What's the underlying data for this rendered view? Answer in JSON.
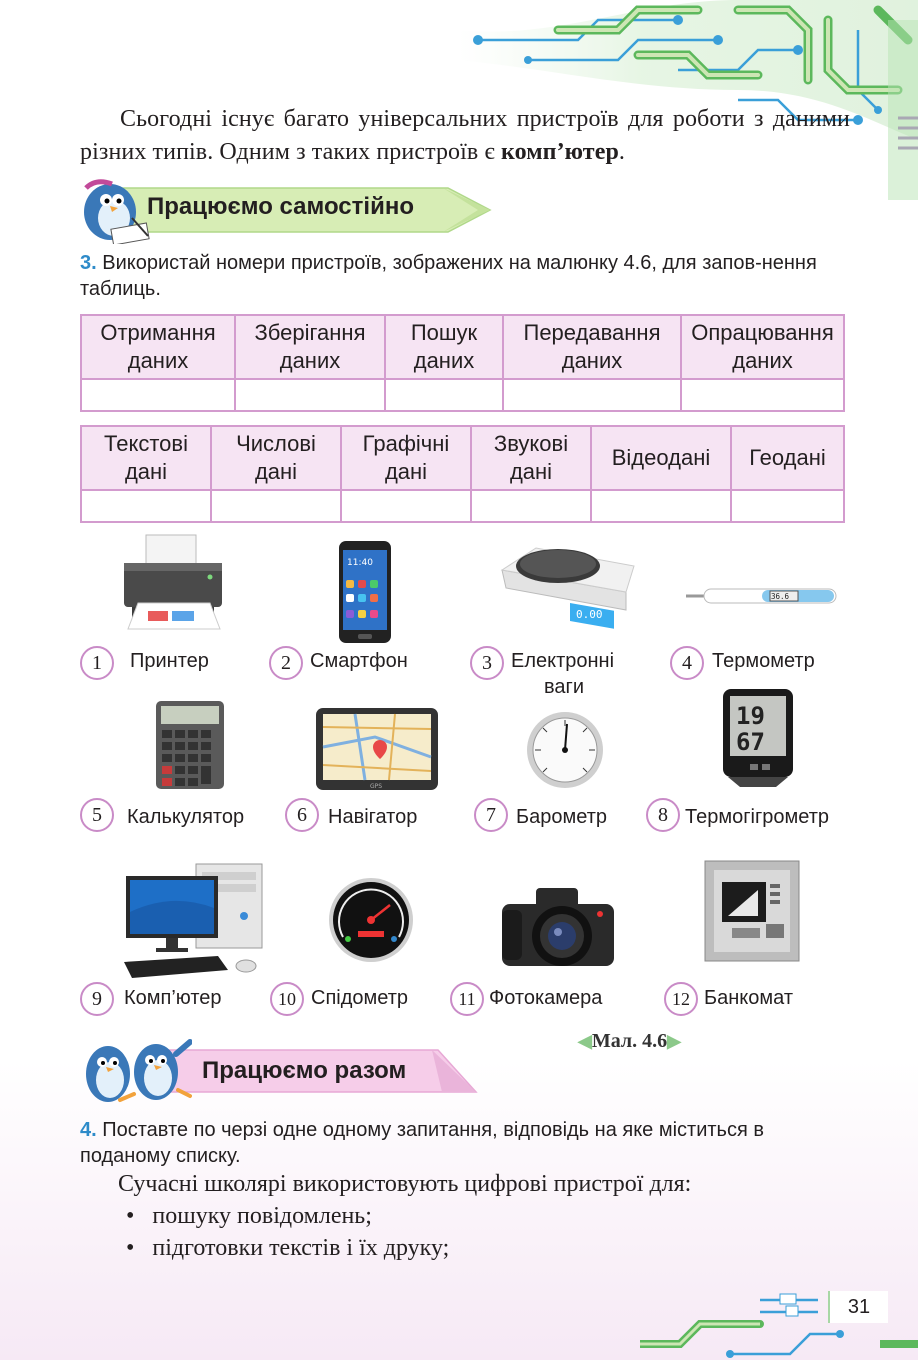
{
  "intro": {
    "text_before": "Сьогодні існує багато універсальних пристроїв для роботи з даними різних типів. Одним з таких пристроїв є ",
    "bold": "комп’ютер",
    "text_after": "."
  },
  "section1": {
    "title": "Працюємо самостійно"
  },
  "task3": {
    "number": "3.",
    "text": "Використай номери пристроїв, зображених на малюнку 4.6, для запов-нення таблиць."
  },
  "table1": {
    "headers": [
      [
        "Отримання",
        "даних"
      ],
      [
        "Зберігання",
        "даних"
      ],
      [
        "Пошук",
        "даних"
      ],
      [
        "Передавання",
        "даних"
      ],
      [
        "Опрацювання",
        "даних"
      ]
    ]
  },
  "table2": {
    "headers": [
      [
        "Текстові",
        "дані"
      ],
      [
        "Числові",
        "дані"
      ],
      [
        "Графічні",
        "дані"
      ],
      [
        "Звукові",
        "дані"
      ],
      [
        "Відеодані",
        ""
      ],
      [
        "Геодані",
        ""
      ]
    ]
  },
  "devices": [
    {
      "num": "1",
      "label": "Принтер",
      "label2": ""
    },
    {
      "num": "2",
      "label": "Смартфон",
      "label2": ""
    },
    {
      "num": "3",
      "label": "Електронні",
      "label2": "ваги"
    },
    {
      "num": "4",
      "label": "Термометр",
      "label2": ""
    },
    {
      "num": "5",
      "label": "Калькулятор",
      "label2": ""
    },
    {
      "num": "6",
      "label": "Навігатор",
      "label2": ""
    },
    {
      "num": "7",
      "label": "Барометр",
      "label2": ""
    },
    {
      "num": "8",
      "label": "Термогігрометр",
      "label2": ""
    },
    {
      "num": "9",
      "label": "Комп’ютер",
      "label2": ""
    },
    {
      "num": "10",
      "label": "Спідометр",
      "label2": ""
    },
    {
      "num": "11",
      "label": "Фотокамера",
      "label2": ""
    },
    {
      "num": "12",
      "label": "Банкомат",
      "label2": ""
    }
  ],
  "figure_caption": "Мал. 4.6",
  "section2": {
    "title": "Працюємо разом"
  },
  "task4": {
    "number": "4.",
    "text": "Поставте по черзі одне одному запитання, відповідь на яке міститься в поданому списку."
  },
  "list": {
    "intro": "Сучасні школярі використовують цифрові пристрої для:",
    "items": [
      "пошуку повідомлень;",
      "підготовки текстів і їх друку;"
    ]
  },
  "display_texts": {
    "phone_time": "11:40",
    "thermometer_value": "36.6",
    "scale_value": "0.00",
    "thermohygro_top": "19",
    "thermohygro_bottom": "67",
    "navigator_brand": "GPS"
  },
  "page_number": "31",
  "colors": {
    "accent_blue": "#2e8bc9",
    "table_border": "#d39bce",
    "table_head_bg": "#f6e4f3",
    "banner_green": "#d7edb5",
    "banner_pink": "#f6cde9",
    "circuit_green": "#7ec87a"
  }
}
